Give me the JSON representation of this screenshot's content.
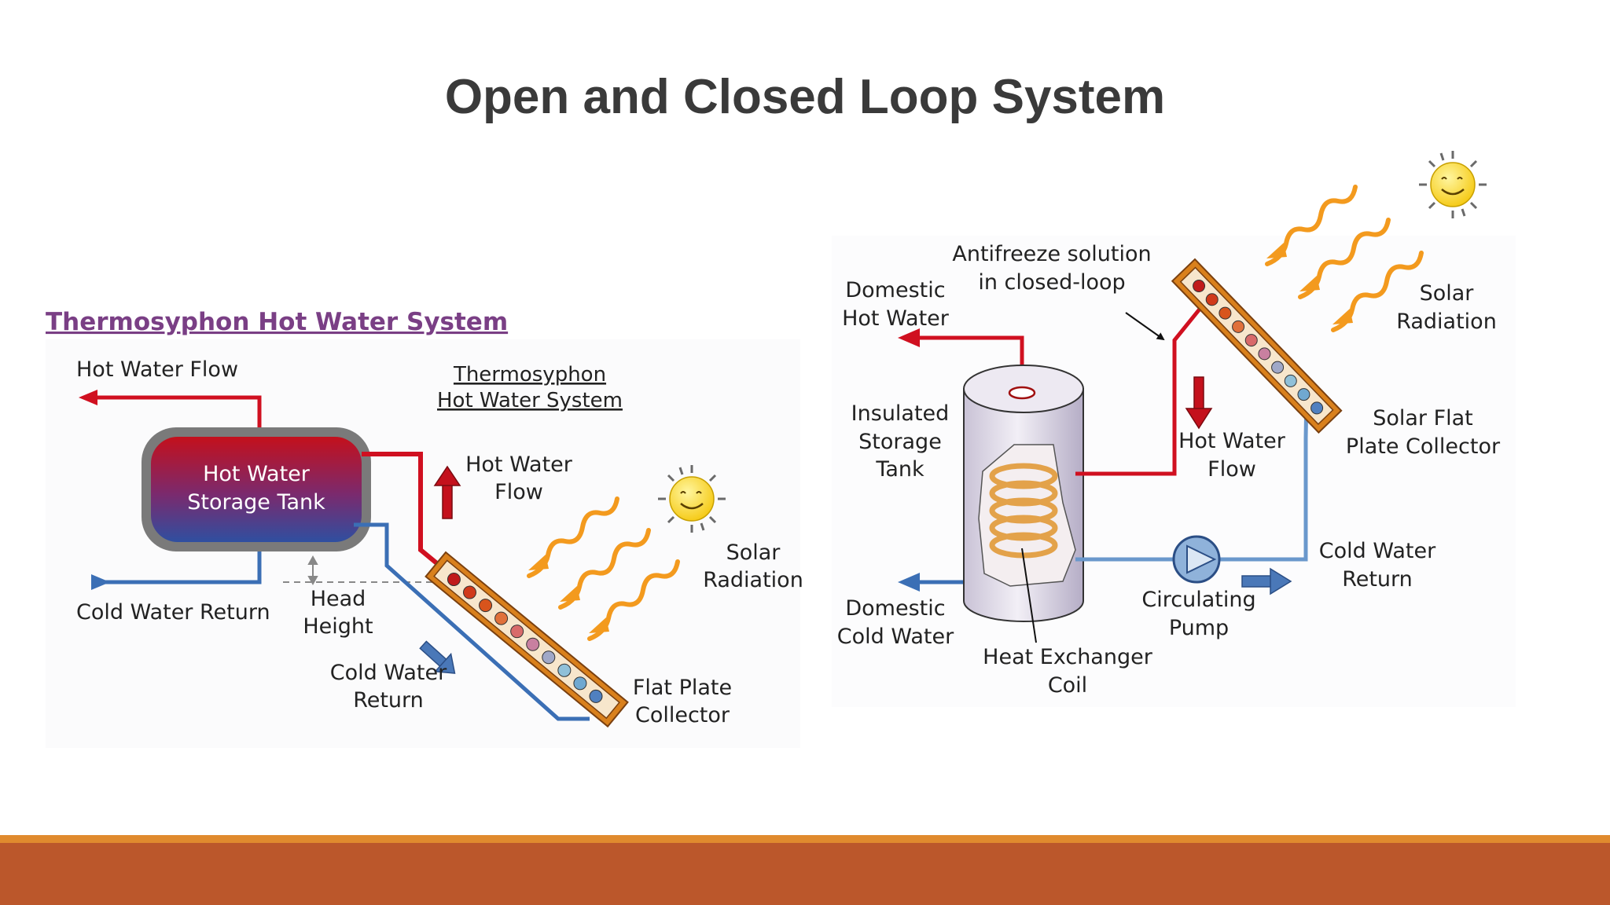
{
  "slide": {
    "title": "Open and  Closed Loop System"
  },
  "thermosyphon": {
    "title": "Thermosyphon Hot Water System",
    "subtitle_line1": "Thermosyphon",
    "subtitle_line2": "Hot Water System",
    "hot_water_flow_top": "Hot Water Flow",
    "tank_line1": "Hot Water",
    "tank_line2": "Storage Tank",
    "hot_water_flow_line1": "Hot Water",
    "hot_water_flow_line2": "Flow",
    "cold_water_return": "Cold Water Return",
    "head_height_line1": "Head",
    "head_height_line2": "Height",
    "cold_return_line1": "Cold Water",
    "cold_return_line2": "Return",
    "solar_line1": "Solar",
    "solar_line2": "Radiation",
    "collector_line1": "Flat Plate",
    "collector_line2": "Collector"
  },
  "closed_loop": {
    "antifreeze_line1": "Antifreeze solution",
    "antifreeze_line2": "in closed-loop",
    "domestic_hot_line1": "Domestic",
    "domestic_hot_line2": "Hot Water",
    "insulated_line1": "Insulated",
    "insulated_line2": "Storage",
    "insulated_line3": "Tank",
    "hot_flow_line1": "Hot Water",
    "hot_flow_line2": "Flow",
    "solar_line1": "Solar",
    "solar_line2": "Radiation",
    "collector_line1": "Solar Flat",
    "collector_line2": "Plate Collector",
    "cold_return_line1": "Cold Water",
    "cold_return_line2": "Return",
    "pump_line1": "Circulating",
    "pump_line2": "Pump",
    "domestic_cold_line1": "Domestic",
    "domestic_cold_line2": "Cold Water",
    "heat_exchanger_line1": "Heat Exchanger",
    "heat_exchanger_line2": "Coil"
  },
  "colors": {
    "hot_pipe": "#d01020",
    "cold_pipe": "#3b6fb5",
    "solar_arrow": "#f39a1e",
    "collector_frame": "#d9801c",
    "bottom_bar": "#bb572b",
    "bottom_line": "#e08a2e",
    "title_text": "#3a3a3a",
    "thermosyphon_title": "#7a3f85"
  }
}
